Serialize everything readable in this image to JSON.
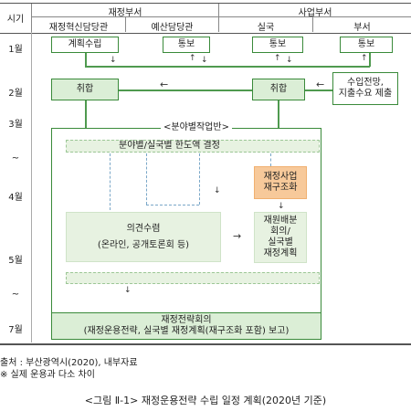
{
  "header": {
    "time_label": "시기",
    "finance_dept": "재정부서",
    "project_dept": "사업부서",
    "innovation_officer": "재정혁신담당관",
    "budget_officer": "예산담당관",
    "bureau": "실국",
    "department": "부서"
  },
  "months": {
    "m1": "1월",
    "m2": "2월",
    "m3": "3월",
    "tilde1": "~",
    "m4": "4월",
    "m5": "5월",
    "tilde2": "~",
    "m7": "7월"
  },
  "boxes": {
    "plan": "계획수립",
    "notice1": "통보",
    "notice2": "통보",
    "notice3": "통보",
    "outlook_line1": "수입전망,",
    "outlook_line2": "지출수요 제출",
    "collect1": "취합",
    "collect2": "취합",
    "sector_work": "<분야별작업반>",
    "sector_ceiling": "분야별/실국별 한도액 결정",
    "restructure_line1": "재정사업",
    "restructure_line2": "재구조화",
    "opinion_line1": "의견수렴",
    "opinion_line2": "(온라인, 공개토론회 등)",
    "realloc_line1": "재원배분",
    "realloc_line2": "회의/",
    "realloc_line3": "실국별",
    "realloc_line4": "재정계획",
    "strategy_line1": "재정전략회의",
    "strategy_line2": "(재정운용전략, 실국별 재정계획(재구조화 포함) 보고)"
  },
  "footer": {
    "source": "출처 : 부산광역시(2020), 내부자료",
    "note": "※ 실제 운용과 다소 차이",
    "caption": "<그림 Ⅱ-1> 재정운용전략 수립 일정 계획(2020년 기준)"
  }
}
